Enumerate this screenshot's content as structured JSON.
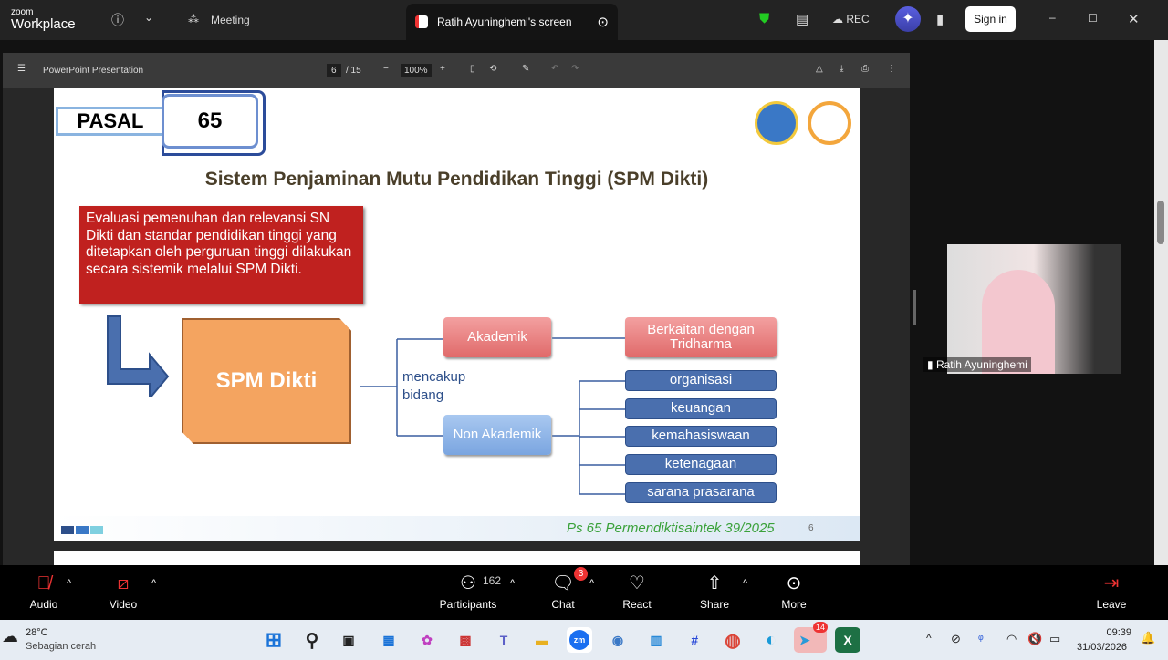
{
  "app": {
    "brand_top": "zoom",
    "brand_bottom": "Workplace",
    "meeting_label": "Meeting",
    "tab_title": "Ratih Ayuninghemi's screen",
    "rec_label": "REC",
    "sign_in": "Sign in"
  },
  "viewer": {
    "title": "PowerPoint Presentation",
    "page": "6",
    "page_total": "/ 15",
    "zoom": "100%"
  },
  "slide": {
    "pasal_label": "PASAL",
    "pasal_number": "65",
    "heading": "Sistem Penjaminan Mutu Pendidikan Tinggi (SPM Dikti)",
    "callout": "Evaluasi pemenuhan dan relevansi SN Dikti dan standar pendidikan tinggi yang ditetapkan oleh perguruan tinggi dilakukan secara sistemik melalui SPM Dikti.",
    "center_box": "SPM Dikti",
    "connector_label": "mencakup bidang",
    "akademik": "Akademik",
    "non_akademik": "Non Akademik",
    "tridharma": "Berkaitan dengan Tridharma",
    "non_items": [
      "organisasi",
      "keuangan",
      "kemahasiswaan",
      "ketenagaan",
      "sarana prasarana"
    ],
    "footer": "Ps 65 Permendiktisaintek 39/2025",
    "slide_number": "6"
  },
  "video": {
    "participant_name": "Ratih Ayuninghemi"
  },
  "controls": {
    "audio": "Audio",
    "video": "Video",
    "participants": "Participants",
    "participants_count": "162",
    "chat": "Chat",
    "chat_badge": "3",
    "react": "React",
    "share": "Share",
    "more": "More",
    "leave": "Leave"
  },
  "taskbar": {
    "temp": "28°C",
    "weather": "Sebagian cerah",
    "time": "09:39",
    "date": "31/03/2026",
    "telegram_badge": "14"
  }
}
